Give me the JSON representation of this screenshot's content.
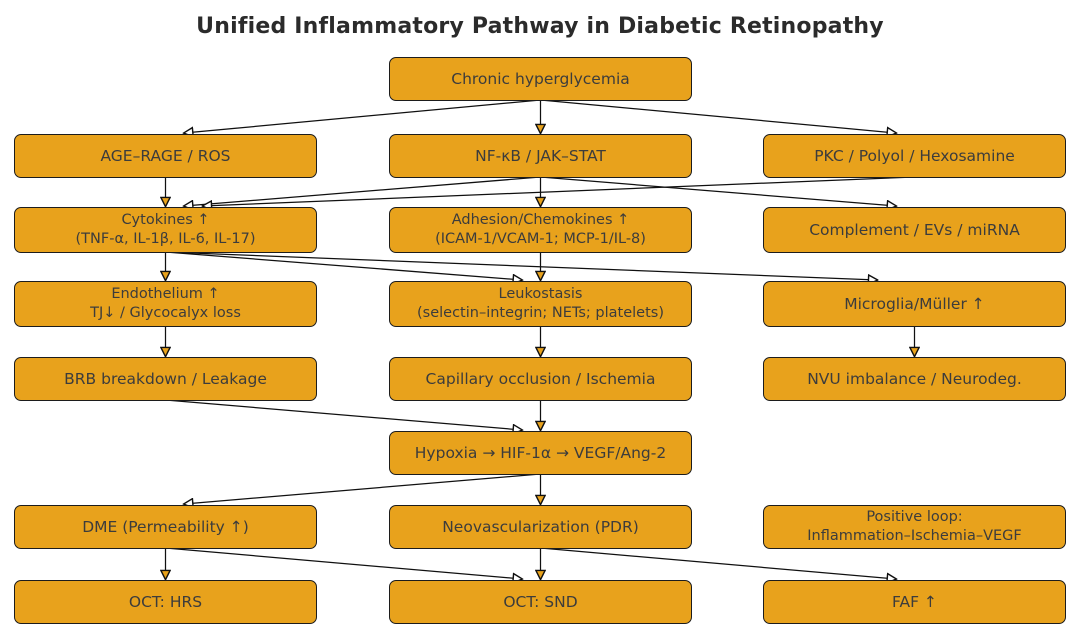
{
  "title": "Unified Inflammatory Pathway in Diabetic Retinopathy",
  "colors": {
    "node_fill": "#E8A21C",
    "node_border": "#1C1C1C",
    "node_text": "#3C3C3C",
    "edge": "#101010",
    "arrow_open_fill": "#FFFFFF",
    "title_text": "#2B2B2B",
    "background": "#FFFFFF"
  },
  "nodes": {
    "chronic": {
      "label": "Chronic hyperglycemia"
    },
    "age_rage": {
      "label": "AGE–RAGE / ROS"
    },
    "nfkb": {
      "label": "NF-κB / JAK–STAT"
    },
    "pkc": {
      "label": "PKC / Polyol / Hexosamine"
    },
    "cytokines": {
      "line1": "Cytokines ↑",
      "line2": "(TNF-α, IL-1β, IL-6, IL-17)"
    },
    "adhesion": {
      "line1": "Adhesion/Chemokines ↑",
      "line2": "(ICAM-1/VCAM-1; MCP-1/IL-8)"
    },
    "complement": {
      "label": "Complement / EVs / miRNA"
    },
    "endothelium": {
      "line1": "Endothelium ↑",
      "line2": "TJ↓ / Glycocalyx loss"
    },
    "leukostasis": {
      "line1": "Leukostasis",
      "line2": "(selectin–integrin; NETs; platelets)"
    },
    "microglia": {
      "label": "Microglia/Müller ↑"
    },
    "brb": {
      "label": "BRB breakdown / Leakage"
    },
    "capillary": {
      "label": "Capillary occlusion / Ischemia"
    },
    "nvu": {
      "label": "NVU imbalance / Neurodeg."
    },
    "hypoxia": {
      "label": "Hypoxia → HIF-1α → VEGF/Ang-2"
    },
    "dme": {
      "label": "DME (Permeability ↑)"
    },
    "neovasc": {
      "label": "Neovascularization (PDR)"
    },
    "positive_loop": {
      "line1": "Positive loop:",
      "line2": "Inflammation–Ischemia–VEGF"
    },
    "oct_hrs": {
      "label": "OCT: HRS"
    },
    "oct_snd": {
      "label": "OCT: SND"
    },
    "faf": {
      "label": "FAF ↑"
    }
  },
  "edges": [
    {
      "from": "chronic",
      "to": "age_rage"
    },
    {
      "from": "chronic",
      "to": "nfkb"
    },
    {
      "from": "chronic",
      "to": "pkc"
    },
    {
      "from": "age_rage",
      "to": "cytokines"
    },
    {
      "from": "nfkb",
      "to": "cytokines"
    },
    {
      "from": "nfkb",
      "to": "adhesion"
    },
    {
      "from": "nfkb",
      "to": "complement"
    },
    {
      "from": "pkc",
      "to": "cytokines"
    },
    {
      "from": "cytokines",
      "to": "endothelium"
    },
    {
      "from": "cytokines",
      "to": "leukostasis"
    },
    {
      "from": "cytokines",
      "to": "microglia"
    },
    {
      "from": "adhesion",
      "to": "leukostasis"
    },
    {
      "from": "endothelium",
      "to": "brb"
    },
    {
      "from": "leukostasis",
      "to": "capillary"
    },
    {
      "from": "microglia",
      "to": "nvu"
    },
    {
      "from": "brb",
      "to": "hypoxia"
    },
    {
      "from": "capillary",
      "to": "hypoxia"
    },
    {
      "from": "hypoxia",
      "to": "dme"
    },
    {
      "from": "hypoxia",
      "to": "neovasc"
    },
    {
      "from": "dme",
      "to": "oct_hrs"
    },
    {
      "from": "dme",
      "to": "oct_snd"
    },
    {
      "from": "neovasc",
      "to": "oct_snd"
    },
    {
      "from": "neovasc",
      "to": "faf"
    }
  ]
}
